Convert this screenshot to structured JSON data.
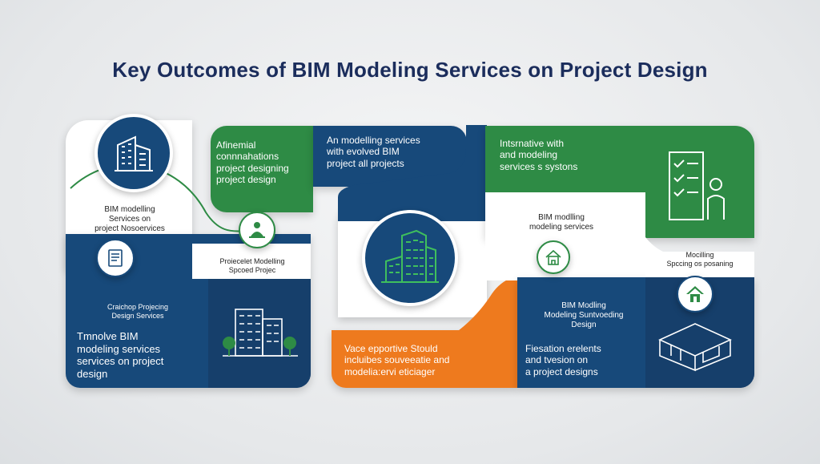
{
  "title": "Key Outcomes of BIM Modeling Services on Project Design",
  "colors": {
    "navy": "#17497a",
    "green": "#2e8b45",
    "orange": "#ee7a1e",
    "white": "#ffffff",
    "title": "#1b2d5c"
  },
  "left": {
    "white_label": [
      "BIM modelling",
      "Services on",
      "project Nosoervices"
    ],
    "green_box": [
      "Afinemial",
      "connnahations",
      "project designing",
      "project design"
    ],
    "navy_top": [
      "An modelling services",
      "with evolved BIM",
      "project all projects"
    ],
    "small_caption": [
      "Proiecelet Modelling",
      "Spcoed Projec"
    ],
    "navy_bottom_small": [
      "Craichop Projecing",
      "Design Services"
    ],
    "navy_bottom_large": [
      "Tmnolve BIM",
      "modeling services",
      "services on project",
      "design"
    ]
  },
  "center": {
    "orange_box": [
      "Vace epportive Stould",
      "incluibes souveeatie and",
      "modelia:ervi eticiager"
    ]
  },
  "right": {
    "green_top": [
      "Intsrnative with",
      "and modeling",
      "services s systons"
    ],
    "white_label": [
      "BIM modlling",
      "modeling services"
    ],
    "small_caption": [
      "Mocilling",
      "Spccing os posaning"
    ],
    "navy_small": [
      "BIM Modling",
      "Modeling Suntvoeding",
      "Design"
    ],
    "navy_large": [
      "Fiesation erelents",
      "and tvesion on",
      "a project designs"
    ]
  },
  "icons": [
    "building-icon",
    "document-icon",
    "person-icon",
    "green-building-icon",
    "city-building-icon",
    "checklist-icon",
    "house-icon",
    "warehouse-icon"
  ]
}
